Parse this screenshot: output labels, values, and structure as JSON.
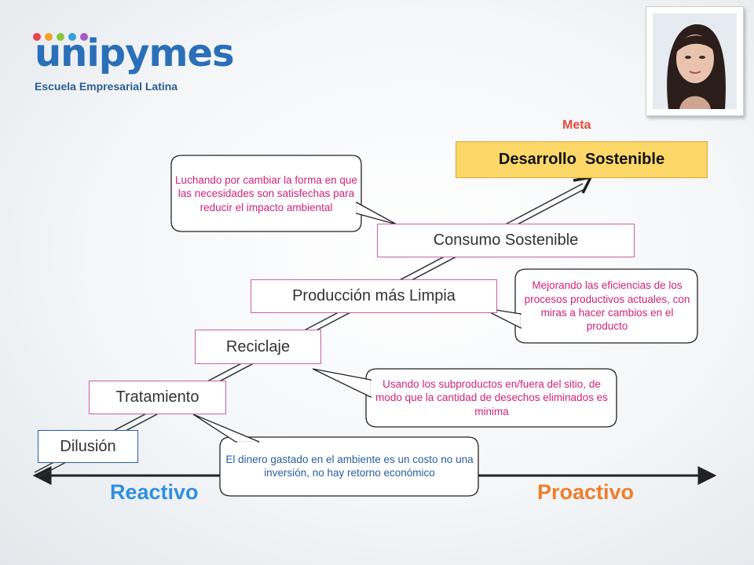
{
  "logo": {
    "brand": "unipymes",
    "subtitle": "Escuela Empresarial Latina"
  },
  "goal_label": "Meta",
  "stages": {
    "dilucion": "Dilusión",
    "tratamiento": "Tratamiento",
    "reciclaje": "Reciclaje",
    "produccion": "Producción más Limpia",
    "consumo": "Consumo Sostenible",
    "desarrollo": "Desarrollo  Sostenible"
  },
  "callouts": {
    "consumo": "Luchando por cambiar la forma en que las necesidades son satisfechas para reducir el impacto ambiental",
    "produccion": "Mejorando las eficiencias de los procesos productivos actuales, con miras a hacer cambios en el producto",
    "reciclaje": "Usando los subproductos en/fuera del sitio, de modo que la cantidad de desechos eliminados es minima",
    "tratamiento": "El dinero gastado en el  ambiente es un costo no una inversión, no hay retorno económico"
  },
  "axis": {
    "left": "Reactivo",
    "right": "Proactivo"
  },
  "colors": {
    "callout_text_pink": "#d0227a",
    "callout_text_blue": "#2a5d9f",
    "goal_fill": "#fbd767",
    "reactivo": "#2f8fe0",
    "proactivo": "#f07d2a",
    "meta": "#e24a3d"
  }
}
